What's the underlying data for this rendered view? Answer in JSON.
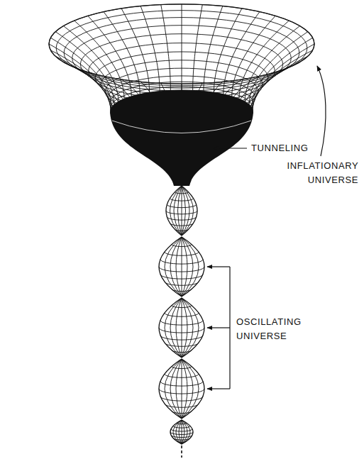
{
  "diagram": {
    "labels": [
      "INFLATIONARY UNIVERSE",
      "TUNNELING",
      "OSCILLATING UNIVERSE"
    ]
  }
}
